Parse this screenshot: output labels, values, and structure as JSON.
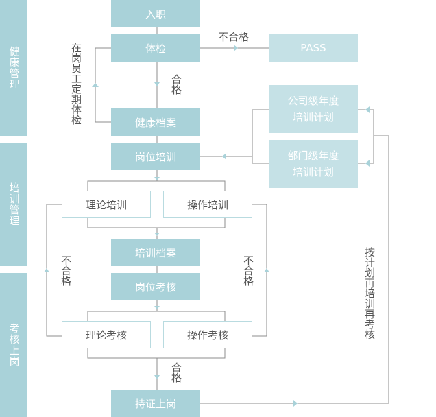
{
  "sections": {
    "health": "健康管理",
    "training": "培训管理",
    "assessment": "考核上岗"
  },
  "nodes": {
    "entry": "入职",
    "physical_exam": "体检",
    "pass": "PASS",
    "health_record": "健康档案",
    "company_plan_line1": "公司级年度",
    "company_plan_line2": "培训计划",
    "dept_plan_line1": "部门级年度",
    "dept_plan_line2": "培训计划",
    "job_training": "岗位培训",
    "theory_training": "理论培训",
    "practice_training": "操作培训",
    "training_record": "培训档案",
    "job_assessment": "岗位考核",
    "theory_exam": "理论考核",
    "practice_exam": "操作考核",
    "certified_post": "持证上岗"
  },
  "labels": {
    "fail_exam": "不合格",
    "periodic_check": "在岗员工定期体检",
    "qualified_1": "合格",
    "fail_left": "不合格",
    "fail_right": "不合格",
    "qualified_2": "合格",
    "retrain": "按计划再培训再考核"
  },
  "colors": {
    "primary": "#a9d2d9",
    "light": "#c5e1e6",
    "line": "#8c8c8c",
    "arrow": "#a9d2d9",
    "text": "#555555"
  }
}
